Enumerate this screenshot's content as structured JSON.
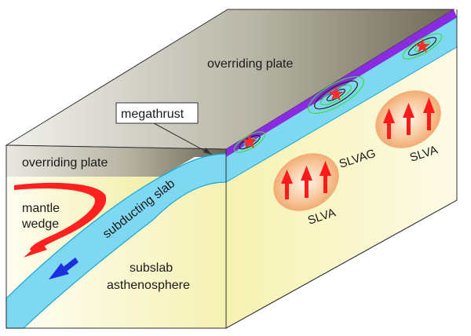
{
  "labels": {
    "overriding_plate_top": "overriding plate",
    "overriding_plate_front": "overriding plate",
    "megathrust": "megathrust",
    "subducting_slab": "subducting slab",
    "mantle_wedge_line1": "mantle",
    "mantle_wedge_line2": "wedge",
    "subslab_line1": "subslab",
    "subslab_line2": "asthenosphere",
    "slvag": "SLVAG",
    "slva_left": "SLVA",
    "slva_right": "SLVA"
  },
  "colors": {
    "slab": "#7fd8f2",
    "slab_edge": "#1aa6d6",
    "plate_dark": "#6f6b58",
    "plate_light": "#e6e4de",
    "mantle_light": "#fdfbe8",
    "mantle_yellow": "#f4f0ac",
    "megathrust_band": "#8a2be2",
    "rupture_green": "#3ddc3d",
    "star": "#ff2a2a",
    "slva_blob": "#f4a86b",
    "up_arrow": "#ff1a1a",
    "mantle_arrow": "#ff2020",
    "slab_arrow": "#1a2fe0"
  }
}
